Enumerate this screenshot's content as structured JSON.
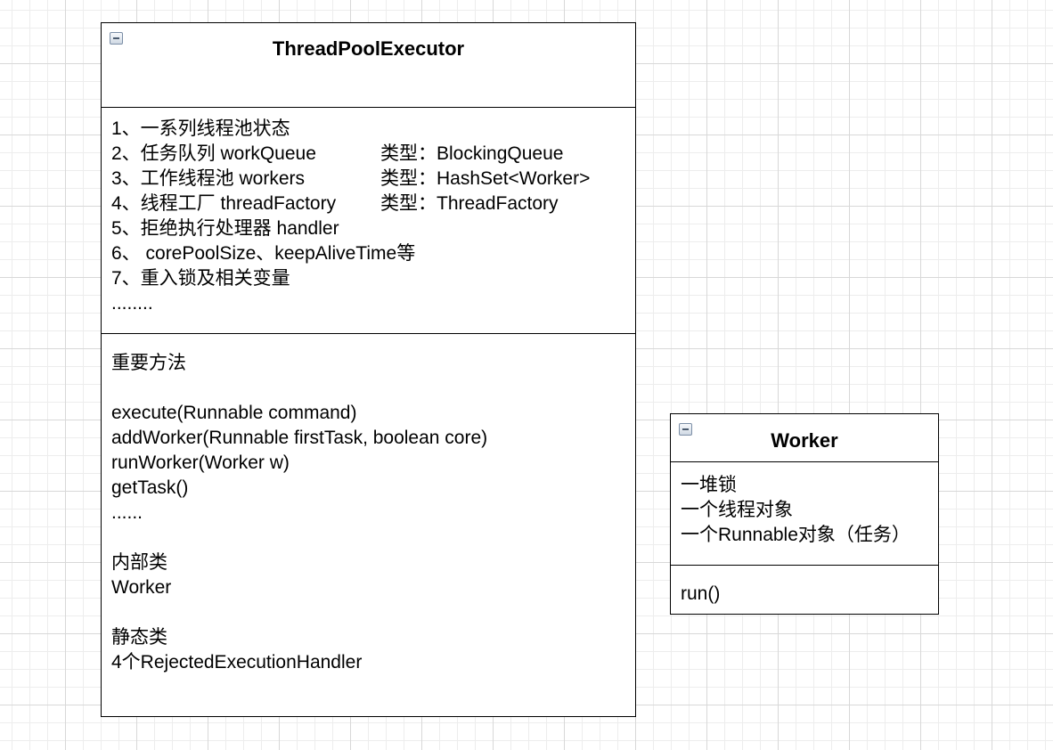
{
  "thread_pool_executor": {
    "title": "ThreadPoolExecutor",
    "fields": [
      {
        "name": "1、一系列线程池状态",
        "type": ""
      },
      {
        "name": "2、任务队列 workQueue",
        "type": "类型：BlockingQueue"
      },
      {
        "name": "3、工作线程池 workers",
        "type": "类型：HashSet<Worker>"
      },
      {
        "name": "4、线程工厂 threadFactory",
        "type": "类型：ThreadFactory"
      },
      {
        "name": "5、拒绝执行处理器 handler",
        "type": ""
      },
      {
        "name": "6、 corePoolSize、keepAliveTime等",
        "type": ""
      },
      {
        "name": "7、重入锁及相关变量",
        "type": ""
      },
      {
        "name": "........",
        "type": ""
      }
    ],
    "methods_heading": "重要方法",
    "methods": [
      "execute(Runnable command)",
      "addWorker(Runnable firstTask, boolean core)",
      "runWorker(Worker w)",
      "getTask()",
      "......"
    ],
    "inner_class_heading": "内部类",
    "inner_class": "Worker",
    "static_class_heading": "静态类",
    "static_class": "4个RejectedExecutionHandler"
  },
  "worker": {
    "title": "Worker",
    "fields": [
      "一堆锁",
      "一个线程对象",
      "一个Runnable对象（任务）"
    ],
    "methods": [
      "run()"
    ]
  }
}
